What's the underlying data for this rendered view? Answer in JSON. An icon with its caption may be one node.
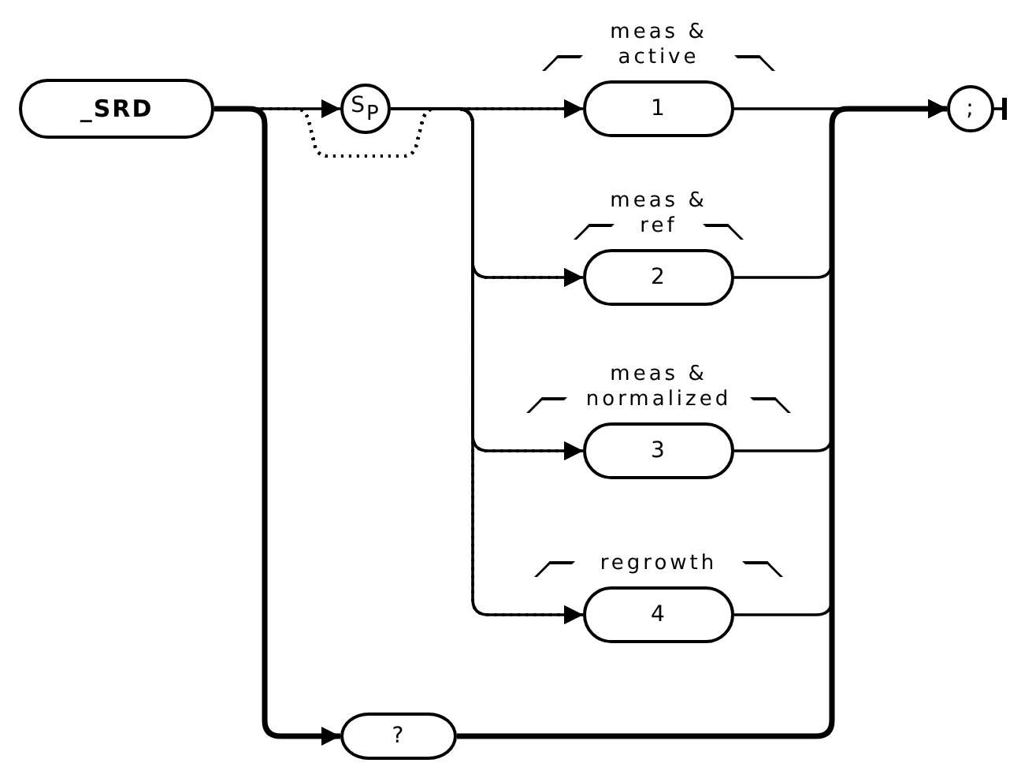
{
  "diagram": {
    "nodes": [
      {
        "text": [
          "_SRD"
        ]
      },
      {
        "text": [
          "S$_{P}$"
        ]
      },
      {
        "text": [
          "1"
        ],
        "beside": [
          "meas & active"
        ]
      },
      {
        "text": [
          "2"
        ],
        "beside": [
          "meas & ref"
        ]
      },
      {
        "text": [
          "3"
        ],
        "beside": [
          "meas & normalized"
        ]
      },
      {
        "text": [
          "4"
        ],
        "beside": [
          "regrowth"
        ]
      },
      {
        "text": [
          ";"
        ]
      },
      {
        "text": [
          "?"
        ]
      }
    ],
    "edges": [
      {
        "from": 0,
        "to": 1,
        "arrow": "to"
      },
      {
        "from": 0,
        "to": 2,
        "arrow": "to",
        "style": "dashed"
      },
      {
        "from": 0,
        "to": 3,
        "arrow": "to",
        "style": "dashed"
      },
      {
        "from": 0,
        "to": 4,
        "arrow": "to",
        "style": "dashed"
      },
      {
        "from": 0,
        "to": 5,
        "arrow": "to",
        "style": "dashed"
      },
      {
        "from": 1,
        "to": 2,
        "arrow": "to"
      },
      {
        "from": 1,
        "to": 3,
        "arrow": "to"
      },
      {
        "from": 1,
        "to": 4,
        "arrow": "to"
      },
      {
        "from": 1,
        "to": 5,
        "arrow": "to"
      },
      {
        "from": 0,
        "to": 7,
        "arrow": "to",
        "style": "thick"
      },
      {
        "from": 2,
        "to": 6,
        "arrow": "to"
      },
      {
        "from": 3,
        "to": 6,
        "arrow": "to"
      },
      {
        "from": 4,
        "to": 6,
        "arrow": "to"
      },
      {
        "from": 5,
        "to": 6,
        "arrow": "to"
      },
      {
        "from": 7,
        "to": 6,
        "arrow": "to",
        "style": "thick"
      },
      {
        "from": 6,
        "to": null,
        "arrow": "other"
      }
    ]
  }
}
